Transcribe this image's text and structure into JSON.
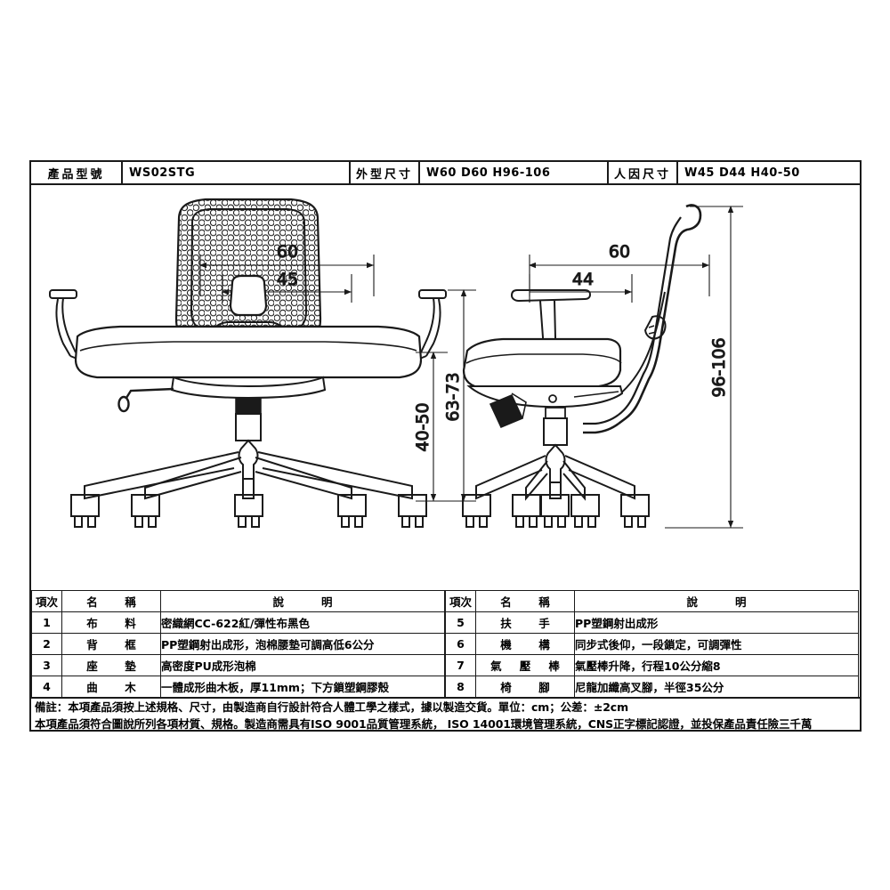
{
  "header": {
    "model_label": "產品型號",
    "model_value": "WS02STG",
    "outer_label": "外型尺寸",
    "outer_value": "W60 D60 H96-106",
    "ergo_label": "人因尺寸",
    "ergo_value": "W45 D44 H40-50"
  },
  "drawing": {
    "front_view_name": "front-elevation-office-chair",
    "side_view_name": "side-elevation-office-chair",
    "dimensions": {
      "front_overall_width": "60",
      "front_seat_width": "45",
      "side_overall_depth": "60",
      "side_seat_depth": "44",
      "seat_height_range": "40-50",
      "armrest_height_range": "63-73",
      "total_height_range": "96-106"
    }
  },
  "spec_table": {
    "columns": {
      "no": "項次",
      "name_1": "名",
      "name_2": "稱",
      "desc_1": "說",
      "desc_2": "明"
    },
    "rows_left": [
      {
        "no": "1",
        "name_parts": [
          "布",
          "料"
        ],
        "desc": "密織網CC-622紅/彈性布黑色"
      },
      {
        "no": "2",
        "name_parts": [
          "背",
          "框"
        ],
        "desc": "PP塑鋼射出成形，泡棉腰墊可調高低6公分"
      },
      {
        "no": "3",
        "name_parts": [
          "座",
          "墊"
        ],
        "desc": "高密度PU成形泡棉"
      },
      {
        "no": "4",
        "name_parts": [
          "曲",
          "木"
        ],
        "desc": "一體成形曲木板，厚11mm；下方鎖塑鋼膠殼"
      }
    ],
    "rows_right": [
      {
        "no": "5",
        "name_parts": [
          "扶",
          "手"
        ],
        "desc": "PP塑鋼射出成形"
      },
      {
        "no": "6",
        "name_parts": [
          "機",
          "構"
        ],
        "desc": "同步式後仰，一段鎖定，可調彈性"
      },
      {
        "no": "7",
        "name_parts": [
          "氣",
          "壓",
          "棒"
        ],
        "desc": "氣壓棒升降，行程10公分縮8"
      },
      {
        "no": "8",
        "name_parts": [
          "椅",
          "腳"
        ],
        "desc": "尼龍加纖高叉腳，半徑35公分"
      }
    ]
  },
  "notes": {
    "line1": "備註：本項產品須按上述規格、尺寸，由製造商自行設計符合人體工學之樣式，據以製造交貨。單位：cm；公差：±2cm",
    "line2": "本項產品須符合圖說所列各項材質、規格。製造商需具有ISO 9001品質管理系統， ISO 14001環境管理系統，CNS正字標記認證，並投保產品責任險三千萬"
  }
}
